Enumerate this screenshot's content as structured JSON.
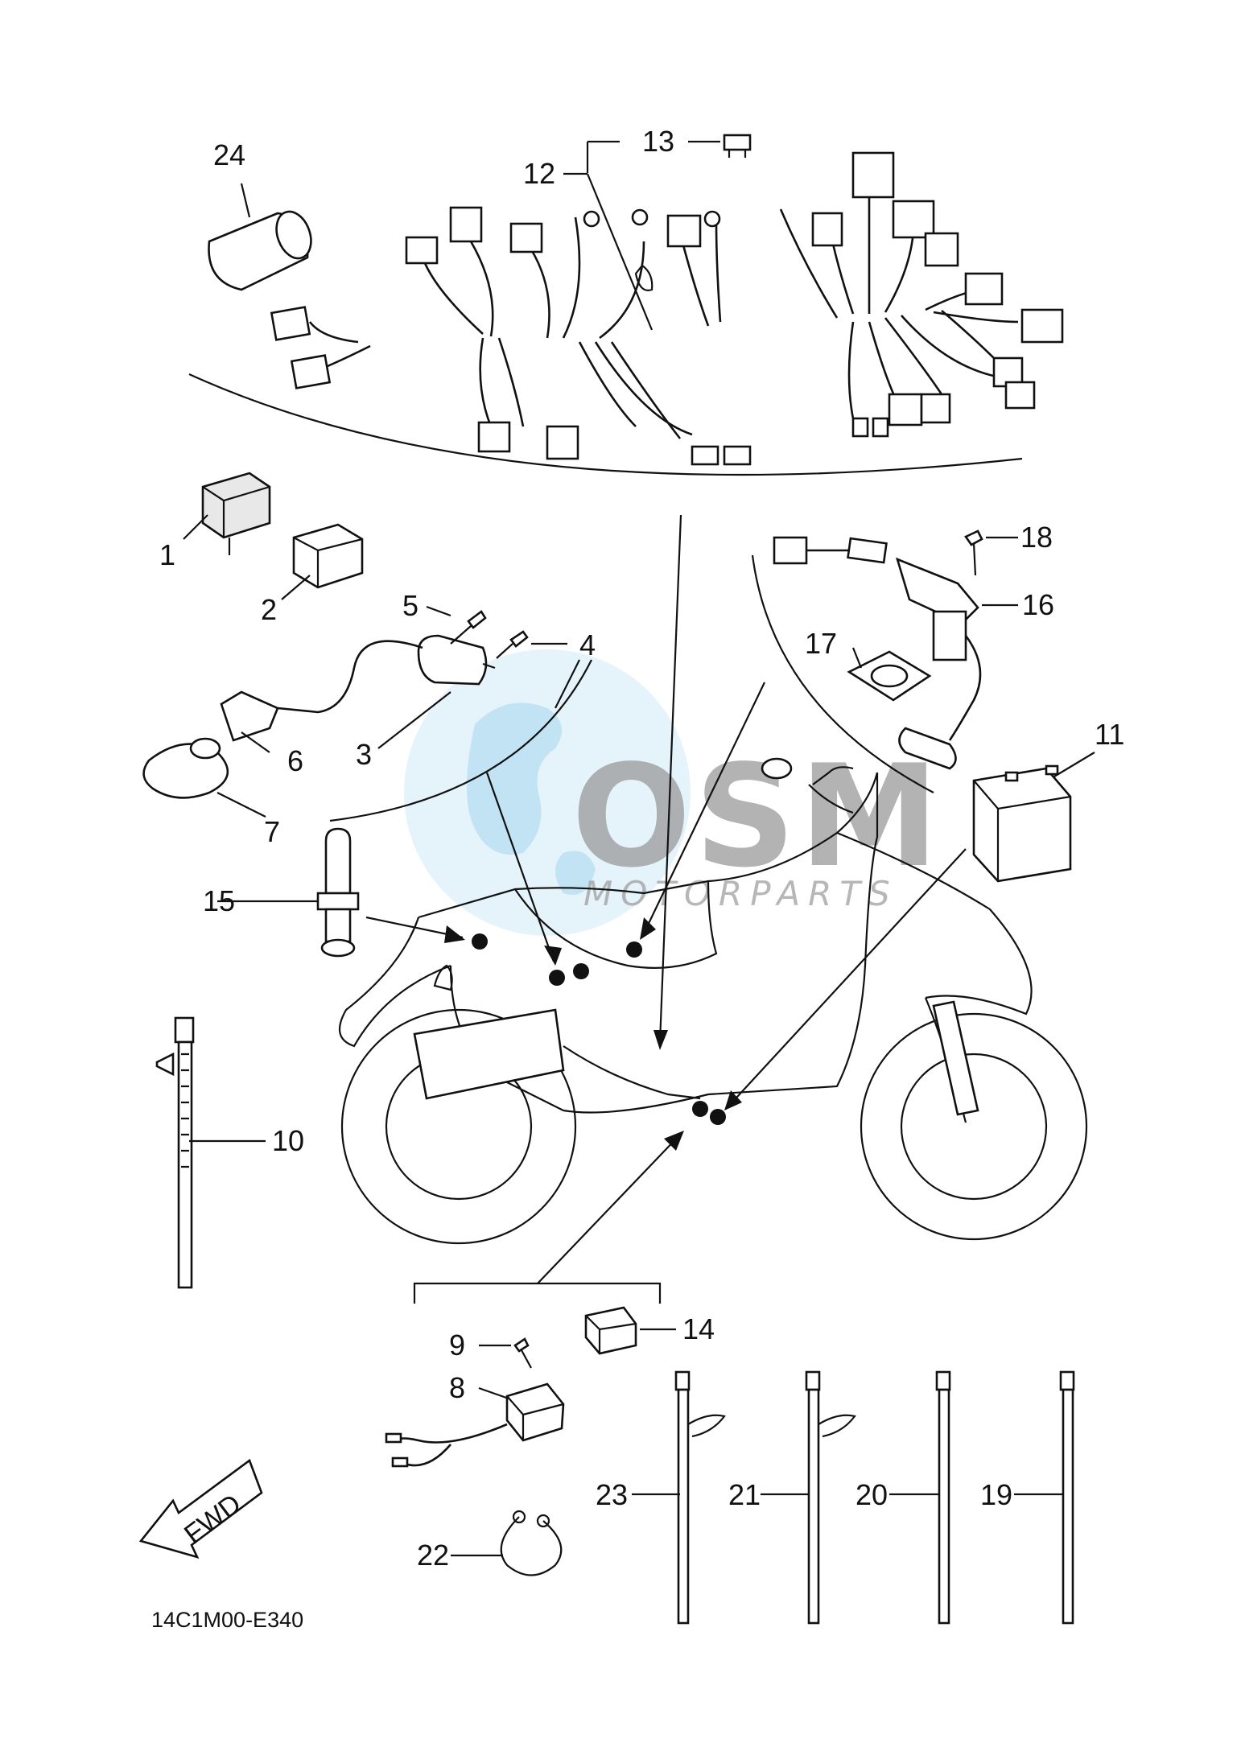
{
  "diagram_code": "14C1M00-E340",
  "watermark": {
    "brand": "OSM",
    "subtitle": "MOTORPARTS"
  },
  "fwd_label": "FWD",
  "labels": {
    "p1": "1",
    "p2": "2",
    "p3": "3",
    "p4": "4",
    "p5": "5",
    "p6": "6",
    "p7": "7",
    "p8": "8",
    "p9": "9",
    "p10": "10",
    "p11": "11",
    "p12": "12",
    "p13": "13",
    "p14": "14",
    "p15": "15",
    "p16": "16",
    "p17": "17",
    "p18": "18",
    "p19": "19",
    "p20": "20",
    "p21": "21",
    "p22": "22",
    "p23": "23",
    "p24": "24"
  },
  "colors": {
    "line": "#111111",
    "watermark_blue": "#b9e2f5",
    "watermark_grey": "#9a9a9a"
  }
}
